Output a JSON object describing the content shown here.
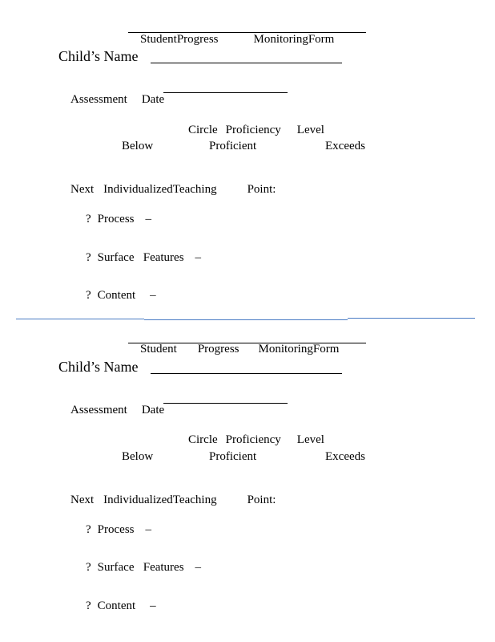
{
  "forms": [
    {
      "title_parts": [
        "StudentProgress",
        "MonitoringForm"
      ],
      "name_label": "Child’s Name",
      "date_label": [
        "Assessment",
        "Date"
      ],
      "instruction": [
        "Circle",
        "Proficiency",
        "Level"
      ],
      "levels": [
        "Below",
        "Proficient",
        "Exceeds"
      ],
      "next_label": [
        "Next",
        "IndividualizedTeaching",
        "Point:"
      ],
      "items": [
        {
          "bullet": "?",
          "label": "Process",
          "dash": "–"
        },
        {
          "bullet": "?",
          "label": "Surface   Features",
          "dash": "–"
        },
        {
          "bullet": "?",
          "label": "Content",
          "dash": "–"
        }
      ]
    },
    {
      "title_parts": [
        "Student",
        "Progress",
        "MonitoringForm"
      ],
      "name_label": "Child’s Name",
      "date_label": [
        "Assessment",
        "Date"
      ],
      "instruction": [
        "Circle",
        "Proficiency",
        "Level"
      ],
      "levels": [
        "Below",
        "Proficient",
        "Exceeds"
      ],
      "next_label": [
        "Next",
        "IndividualizedTeaching",
        "Point:"
      ],
      "items": [
        {
          "bullet": "?",
          "label": "Process",
          "dash": "–"
        },
        {
          "bullet": "?",
          "label": "Surface   Features",
          "dash": "–"
        },
        {
          "bullet": "?",
          "label": "Content",
          "dash": "–"
        }
      ]
    }
  ],
  "colors": {
    "divider": "#4a7cc4"
  }
}
